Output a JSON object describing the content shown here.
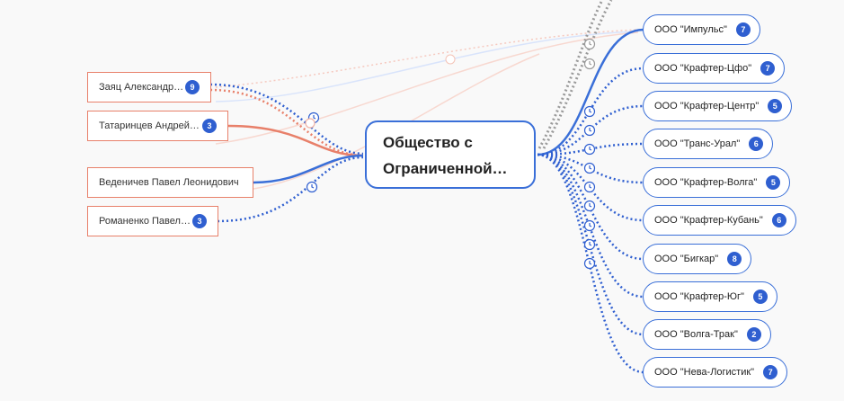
{
  "center": {
    "line1": "Общество с",
    "line2": "Ограниченной…"
  },
  "persons": [
    {
      "label": "Заяц Александр…",
      "badge": "9"
    },
    {
      "label": "Татаринцев Андрей…",
      "badge": "3"
    },
    {
      "label": "Веденичев Павел Леонидович",
      "badge": ""
    },
    {
      "label": "Романенко Павел…",
      "badge": "3"
    }
  ],
  "companies": [
    {
      "label": "ООО \"Импульс\"",
      "badge": "7"
    },
    {
      "label": "ООО \"Крафтер-Цфо\"",
      "badge": "7"
    },
    {
      "label": "ООО \"Крафтер-Центр\"",
      "badge": "5"
    },
    {
      "label": "ООО \"Транс-Урал\"",
      "badge": "6"
    },
    {
      "label": "ООО \"Крафтер-Волга\"",
      "badge": "5"
    },
    {
      "label": "ООО \"Крафтер-Кубань\"",
      "badge": "6"
    },
    {
      "label": "ООО \"Бигкар\"",
      "badge": "8"
    },
    {
      "label": "ООО \"Крафтер-Юг\"",
      "badge": "5"
    },
    {
      "label": "ООО \"Волга-Трак\"",
      "badge": "2"
    },
    {
      "label": "ООО \"Нева-Логистик\"",
      "badge": "7"
    }
  ],
  "colors": {
    "company": "#3a6fd8",
    "person": "#e8806a",
    "badge": "#2f5fd0"
  }
}
